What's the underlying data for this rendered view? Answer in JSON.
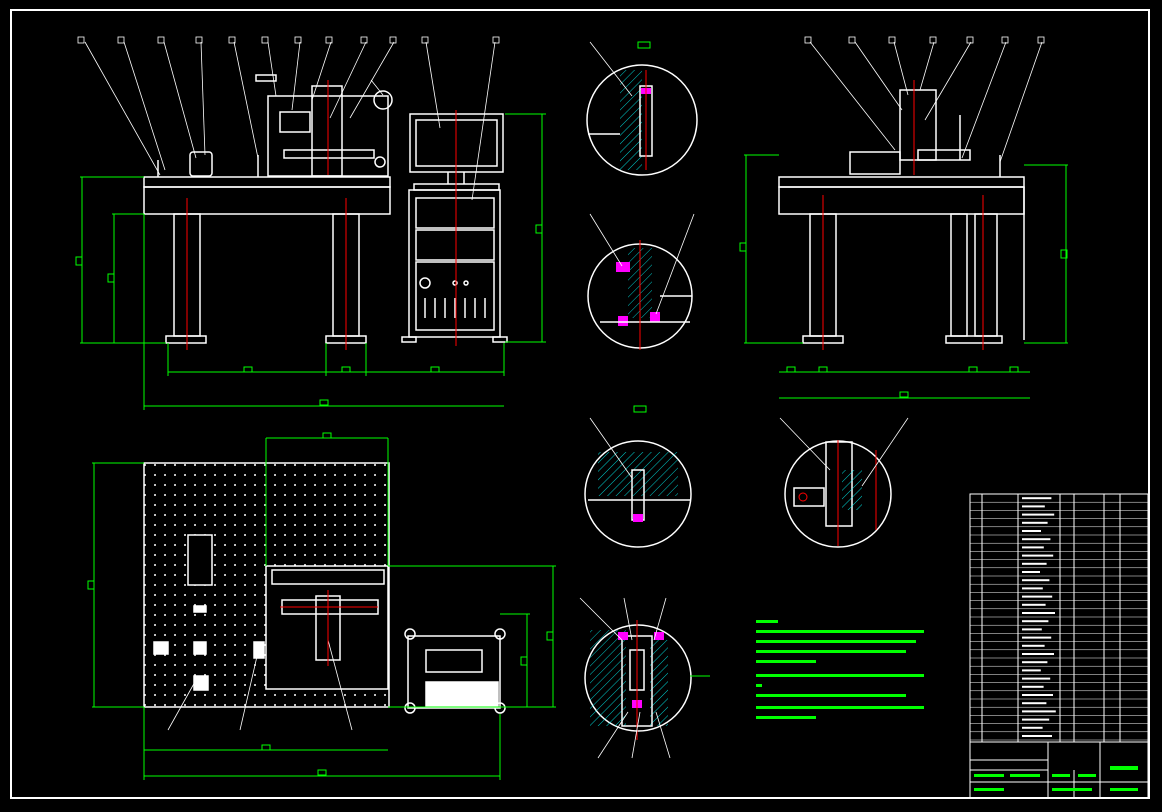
{
  "drawing": {
    "background": "#000000",
    "colors": {
      "outline": "#ffffff",
      "dimension": "#00ff00",
      "centerline": "#ff0000",
      "hatch": "#00ffff",
      "fastener": "#ff00ff"
    },
    "views": [
      "front-view",
      "monitor-cabinet",
      "side-view",
      "top-view",
      "detail-a",
      "detail-b",
      "detail-c",
      "detail-d",
      "detail-e",
      "technical-notes",
      "parts-list",
      "title-block"
    ]
  }
}
